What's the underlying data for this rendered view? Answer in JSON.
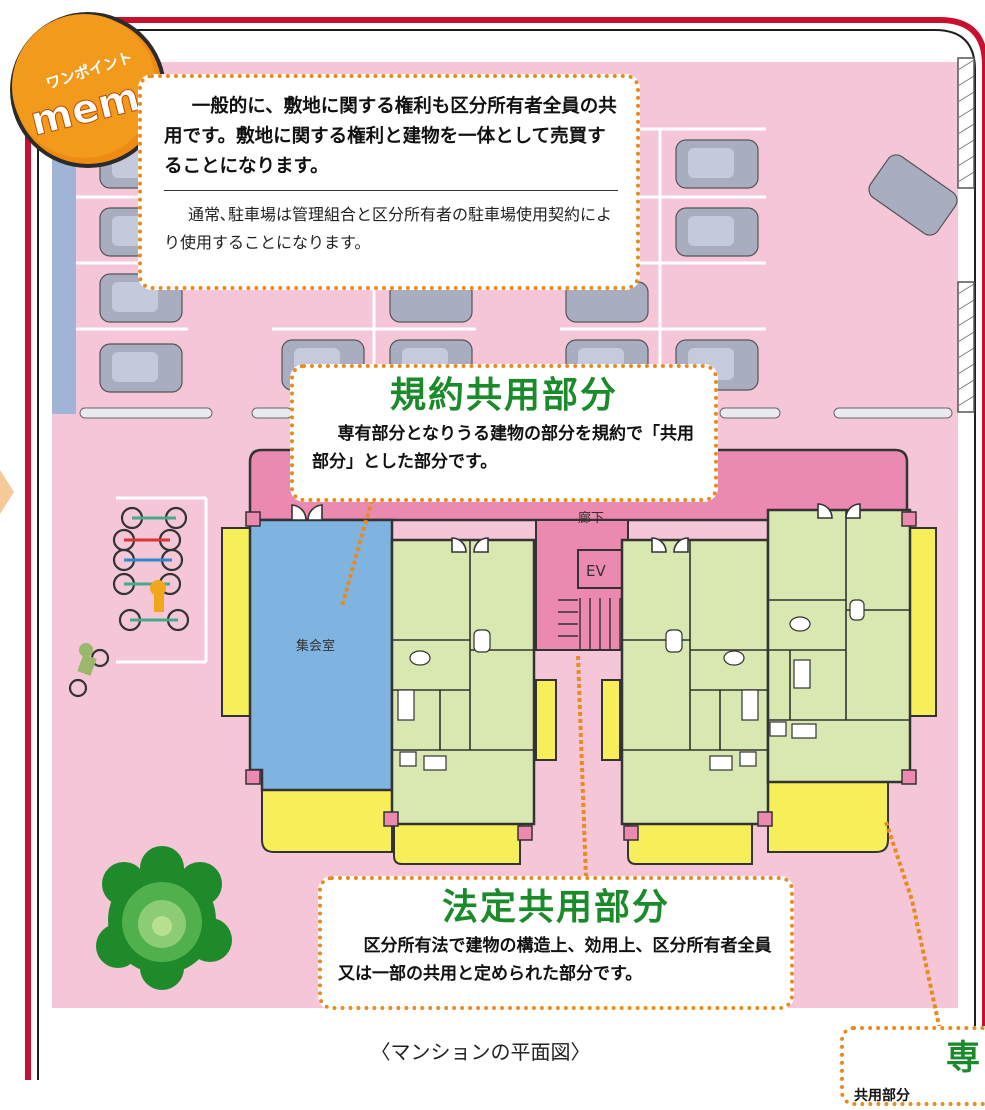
{
  "badge": {
    "top_text": "ワンポイント",
    "main_text": "memo"
  },
  "memo": {
    "main_text": "一般的に、敷地に関する権利も区分所有者全員の共用です。敷地に関する権利と建物を一体として売買することになります。",
    "sub_text": "通常､駐車場は管理組合と区分所有者の駐車場使用契約により使用することになります。"
  },
  "callouts": {
    "kiyaku": {
      "title": "規約共用部分",
      "body": "専有部分となりうる建物の部分を規約で「共用部分」とした部分です。"
    },
    "houtei": {
      "title": "法定共用部分",
      "body": "区分所有法で建物の構造上、効用上、区分所有者全員又は一部の共用と定められた部分です。"
    },
    "senyu": {
      "title": "専",
      "body": "共用部分"
    }
  },
  "labels": {
    "corridor": "廊下",
    "elevator": "EV",
    "meeting_room": "集会室"
  },
  "caption": "〈マンションの平面図〉",
  "colors": {
    "frame": "#c8102e",
    "ground": "#f4c6d8",
    "corridor": "#ec89b0",
    "unit": "#d9e8b0",
    "meeting_room": "#7fb3e0",
    "balcony": "#f7ef5a",
    "callout_border": "#e98a1e",
    "title_green": "#1a8a2a",
    "badge_orange": "#ef8a12"
  }
}
